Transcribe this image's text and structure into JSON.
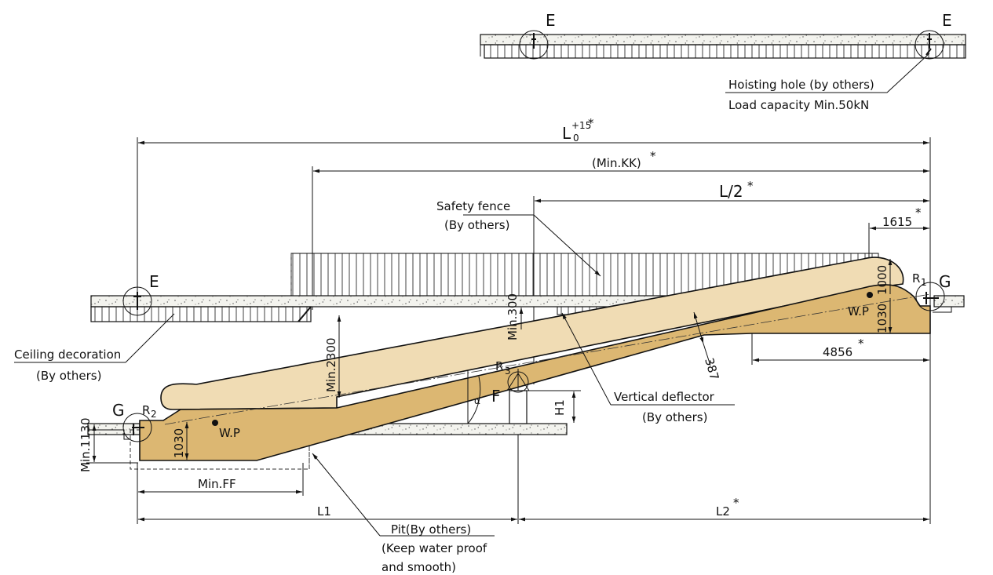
{
  "colors": {
    "truss": "#dcb772",
    "balustrade": "#f0dcb4",
    "slab": "#f1f1ec",
    "line": "#111111"
  },
  "detail_markers": {
    "e_left": "E",
    "e_top_left": "E",
    "e_top_right": "E",
    "g_left": "G",
    "g_right": "G",
    "f_support": "F"
  },
  "radii": {
    "r1": "R",
    "r1_sub": "1",
    "r2": "R",
    "r2_sub": "2",
    "r3": "R",
    "r3_sub": "3"
  },
  "working_points": {
    "left": "W.P",
    "right": "W.P"
  },
  "angle_symbol": "α",
  "star": "*",
  "dimensions": {
    "overall_l0": "L",
    "overall_l0_sub": "0",
    "overall_l0_tol": "+15",
    "min_kk": "(Min.KK)",
    "half_l": "L/2",
    "d1615": "1615",
    "d4856": "4856",
    "d387": "387",
    "min2300": "Min.2300",
    "min300": "Min.300",
    "d1000": "1000",
    "d1030_right": "1030",
    "d1030_left": "1030",
    "min1130": "Min.1130",
    "h1": "H1",
    "min_ff": "Min.FF",
    "l1": "L1",
    "l2": "L2"
  },
  "notes": {
    "hoisting_line1": "Hoisting hole (by others)",
    "hoisting_line2": "Load capacity Min.50kN",
    "safety_fence_1": "Safety fence",
    "safety_fence_2": "(By others)",
    "ceiling_1": "Ceiling decoration",
    "ceiling_2": "(By others)",
    "deflector_1": "Vertical deflector",
    "deflector_2": "(By others)",
    "pit_1": "Pit(By others)",
    "pit_2": "(Keep water proof",
    "pit_3": "and smooth)"
  }
}
